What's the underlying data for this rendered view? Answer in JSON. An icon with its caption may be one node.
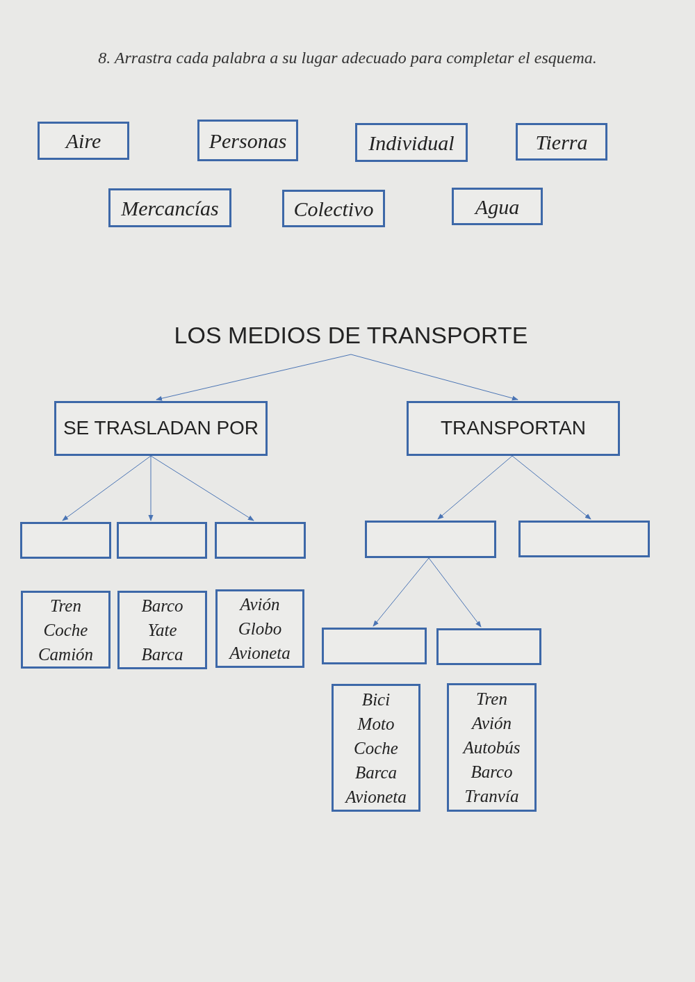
{
  "diagram": {
    "nodes": [
      {
        "text": [
          "Aire"
        ]
      },
      {
        "text": [
          "Personas"
        ]
      },
      {
        "text": [
          "Individual"
        ]
      },
      {
        "text": [
          "Tierra"
        ]
      },
      {
        "text": [
          "Mercancías"
        ]
      },
      {
        "text": [
          "Colectivo"
        ]
      },
      {
        "text": [
          "Agua"
        ]
      },
      {
        "text": [
          "LOS MEDIOS DE TRANSPORTE"
        ]
      },
      {
        "text": [
          "SE TRASLADAN POR"
        ]
      },
      {
        "text": [
          "TRANSPORTAN"
        ]
      },
      {
        "text": [],
        "shape": "box"
      },
      {
        "text": [],
        "shape": "box"
      },
      {
        "text": [],
        "shape": "box"
      },
      {
        "text": [],
        "shape": "box"
      },
      {
        "text": [],
        "shape": "box"
      },
      {
        "text": [
          "Tren",
          "Coche",
          "Camión"
        ]
      },
      {
        "text": [
          "Barco",
          "Yate",
          "Barca"
        ]
      },
      {
        "text": [
          "Avión",
          "Globo",
          "Avioneta"
        ]
      },
      {
        "text": [],
        "shape": "box"
      },
      {
        "text": [],
        "shape": "box"
      },
      {
        "text": [
          "Bici",
          "Moto",
          "Coche",
          "Barca",
          "Avioneta"
        ]
      },
      {
        "text": [
          "Tren",
          "Avión",
          "Autobús",
          "Barco",
          "Tranvía"
        ]
      }
    ],
    "edges": [
      {
        "from": 7,
        "to": 8,
        "arrow": "to"
      },
      {
        "from": 7,
        "to": 9,
        "arrow": "to"
      },
      {
        "from": 8,
        "to": 10,
        "arrow": "to"
      },
      {
        "from": 8,
        "to": 11,
        "arrow": "to"
      },
      {
        "from": 8,
        "to": 12,
        "arrow": "to"
      },
      {
        "from": 9,
        "to": 13,
        "arrow": "to"
      },
      {
        "from": 9,
        "to": 14,
        "arrow": "to"
      },
      {
        "from": 13,
        "to": 18,
        "arrow": "to"
      },
      {
        "from": 13,
        "to": 19,
        "arrow": "to"
      }
    ],
    "labels": [
      "8. Arrastra cada palabra a su lugar adecuado para completar el esquema."
    ]
  }
}
